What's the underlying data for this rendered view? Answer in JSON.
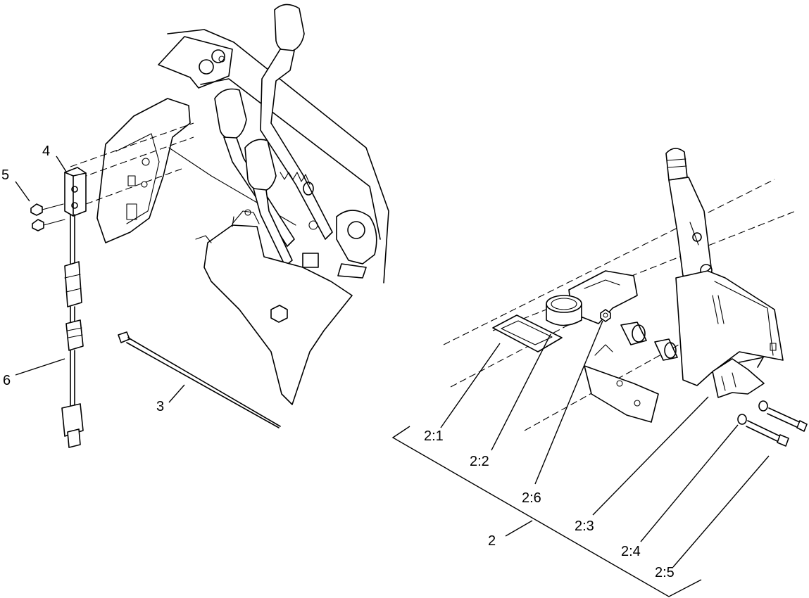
{
  "callouts": {
    "c2": "2",
    "c2_1": "2:1",
    "c2_2": "2:2",
    "c2_3": "2:3",
    "c2_4": "2:4",
    "c2_5": "2:5",
    "c2_6": "2:6",
    "c3": "3",
    "c4": "4",
    "c5": "5",
    "c6": "6"
  },
  "colors": {
    "line": "#000000",
    "background": "#ffffff"
  }
}
